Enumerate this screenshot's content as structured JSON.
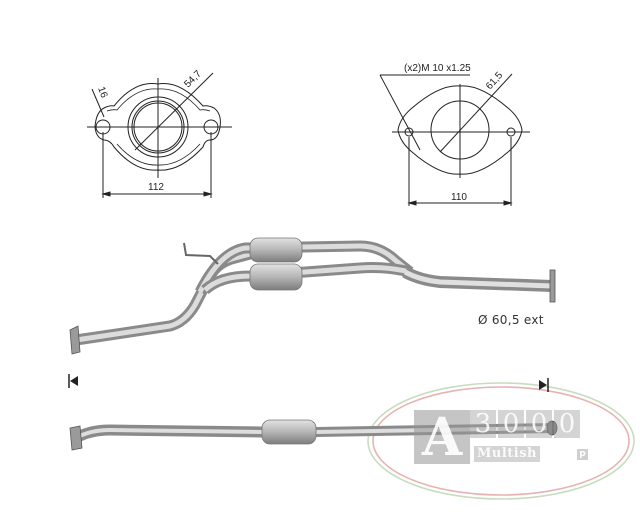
{
  "flange_left": {
    "dim_hole": "16",
    "dim_bore": "54,7",
    "dim_width": "112"
  },
  "flange_right": {
    "dim_thread": "(x2)M  10  x1.25",
    "dim_bore": "61,5",
    "dim_width": "110"
  },
  "top_view": {
    "outer_diameter_label": "Ø 60,5 ext"
  },
  "side_view": {
    "length_marker_left": "start-arrow-icon",
    "length_marker_right": "end-arrow-icon"
  },
  "watermark": {
    "logo_letter": "A",
    "logo_digits": [
      "3",
      "0",
      "0",
      "0"
    ],
    "logo_sub": "Multish",
    "logo_sub_tail": "p",
    "ring_colors": [
      "#d9a3a3",
      "#b9d1b0"
    ]
  },
  "colors": {
    "line": "#222222",
    "pipe_light": "#d8d8d8",
    "pipe_mid": "#a9a9a9",
    "pipe_dark": "#7a7a7a"
  }
}
